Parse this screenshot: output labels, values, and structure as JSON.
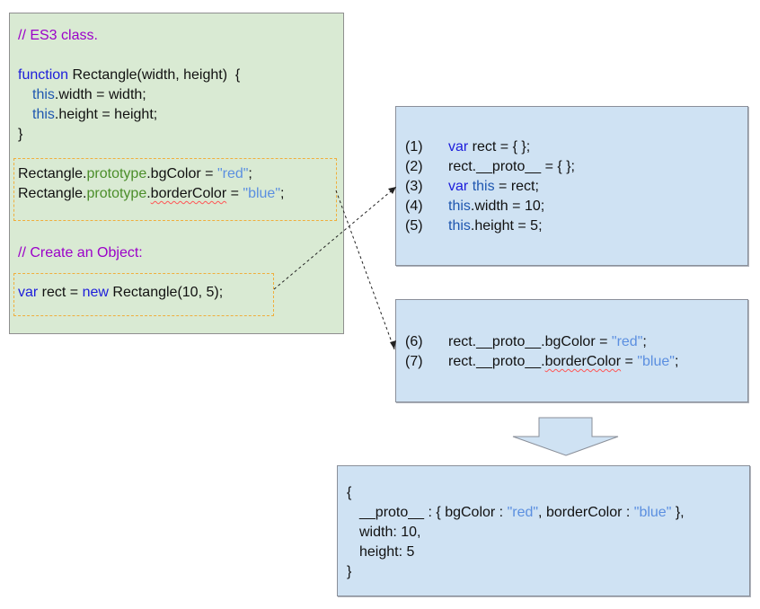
{
  "code": {
    "comment_class": "// ES3 class.",
    "kw_function": "function",
    "fn_signature": " Rectangle(width, height)  {",
    "this_kw": "this",
    "ctor_line1_rest": ".width = width;",
    "ctor_line2_rest": ".height = height;",
    "close_brace": "}",
    "proto_obj": "Rectangle.",
    "proto_kw": "prototype",
    "proto1_prop": ".bgColor = ",
    "proto1_val": "\"red\"",
    "proto2_prop_a": ".",
    "proto2_prop_b": "borderColor",
    "proto2_prop_c": " = ",
    "proto2_val": "\"blue\"",
    "semicolon": ";",
    "comment_create": "// Create an Object:",
    "kw_var": "var",
    "create_mid": " rect = ",
    "kw_new": "new",
    "create_rest": " Rectangle(10, 5);"
  },
  "steps": {
    "n1": "(1)",
    "n2": "(2)",
    "n3": "(3)",
    "n4": "(4)",
    "n5": "(5)",
    "n6": "(6)",
    "n7": "(7)",
    "kw_var": "var",
    "this_kw": "this",
    "s1_rest": " rect = { };",
    "s2": "rect.__proto__ = { };",
    "s3_mid": " ",
    "s3_rest": " = rect;",
    "s4_rest": ".width = 10;",
    "s5_rest": ".height = 5;",
    "s6_a": "rect.__proto__.bgColor = ",
    "s6_val": "\"red\"",
    "s7_a": "rect.__proto__.",
    "s7_b": "borderColor",
    "s7_c": " = ",
    "s7_val": "\"blue\"",
    "semicolon": ";"
  },
  "result": {
    "open": "{",
    "proto_a": "__proto__ : { bgColor : ",
    "proto_val1": "\"red\"",
    "proto_b": ", borderColor : ",
    "proto_val2": "\"blue\"",
    "proto_c": " },",
    "width_line": "width: 10,",
    "height_line": "height: 5",
    "close": "}"
  },
  "colors": {
    "code_bg": "#d9ead3",
    "step_bg": "#cfe2f3",
    "keyword": "#1d1ddb",
    "comment": "#9b00c9",
    "prototype": "#4b8e2a",
    "string": "#5b8fe0",
    "highlight": "#f0ae3c"
  }
}
